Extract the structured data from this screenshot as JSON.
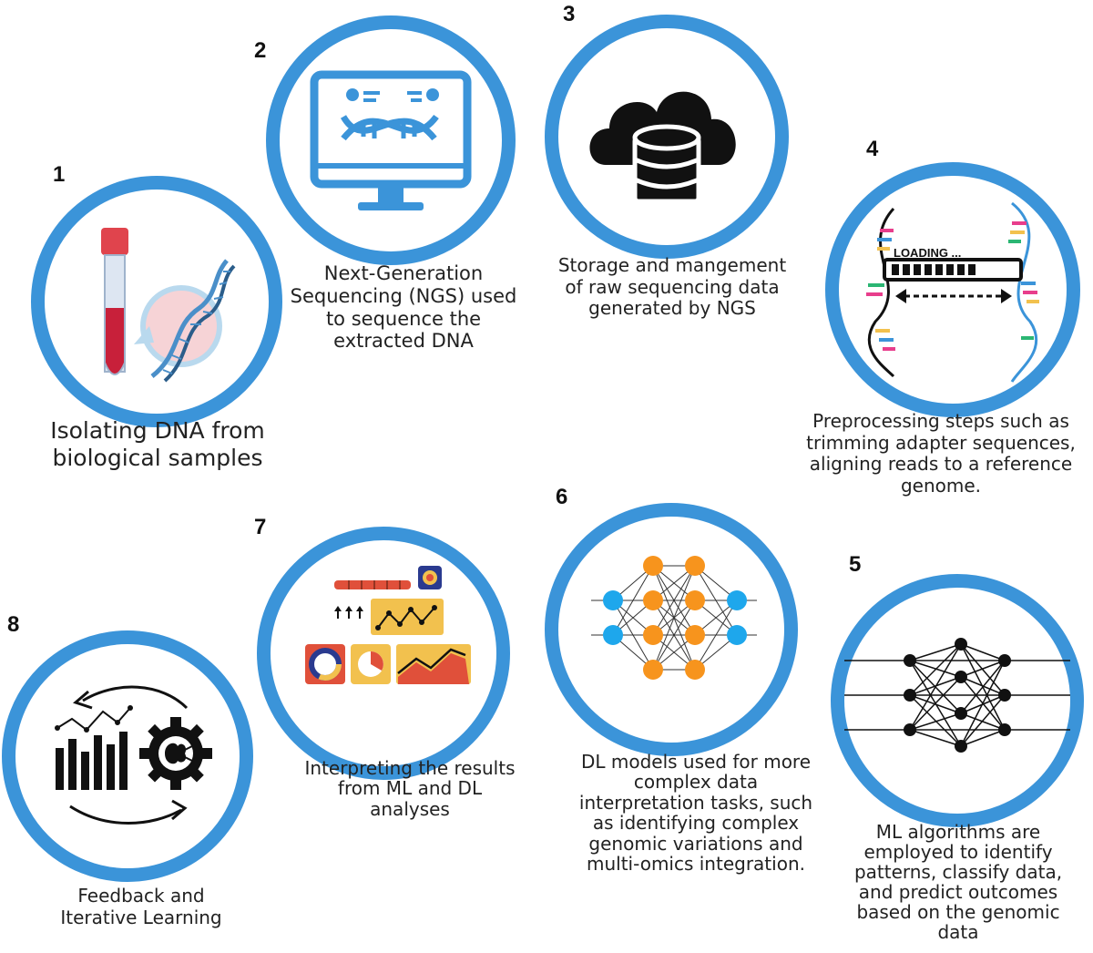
{
  "steps": [
    {
      "number": "1",
      "lines": [
        "Isolating DNA from",
        "biological samples"
      ]
    },
    {
      "number": "2",
      "lines": [
        "Next-Generation",
        "Sequencing (NGS) used",
        "to sequence the",
        "extracted DNA"
      ]
    },
    {
      "number": "3",
      "lines": [
        "Storage and mangement",
        "of raw sequencing data",
        "generated by NGS"
      ]
    },
    {
      "number": "4",
      "lines": [
        "Preprocessing steps such as",
        "trimming adapter sequences,",
        "aligning reads to a reference",
        "genome."
      ],
      "icon_text": "LOADING ..."
    },
    {
      "number": "5",
      "lines": [
        "ML algorithms are",
        "employed to identify",
        "patterns, classify data,",
        "and predict outcomes",
        "based on the genomic",
        "data"
      ]
    },
    {
      "number": "6",
      "lines": [
        "DL models used for more",
        "complex data",
        "interpretation tasks, such",
        "as identifying complex",
        "genomic variations and",
        "multi-omics integration."
      ]
    },
    {
      "number": "7",
      "lines": [
        "Interpreting the results",
        "from ML and DL",
        "analyses"
      ]
    },
    {
      "number": "8",
      "lines": [
        "Feedback and",
        "Iterative Learning"
      ]
    }
  ],
  "icons": [
    "test-tube-dna-icon",
    "monitor-dna-icon",
    "cloud-database-icon",
    "dna-loading-icon",
    "neural-network-icon",
    "deep-neural-network-icon",
    "analytics-dashboard-icon",
    "feedback-loop-icon"
  ],
  "colors": {
    "ring": "#3b94d9",
    "node_orange": "#f7941d",
    "node_blue": "#1ea7ec",
    "chart_yellow": "#f2c14e",
    "chart_red": "#e0503a"
  }
}
